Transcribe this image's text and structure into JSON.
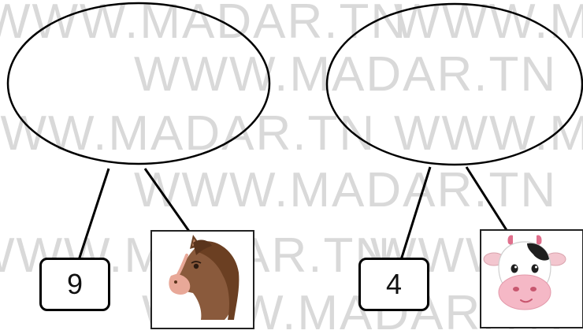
{
  "watermark": {
    "text": "WWW.MADAR.TN"
  },
  "trees": [
    {
      "number": "9",
      "animal_icon": "horse-icon"
    },
    {
      "number": "4",
      "animal_icon": "cow-icon"
    }
  ]
}
